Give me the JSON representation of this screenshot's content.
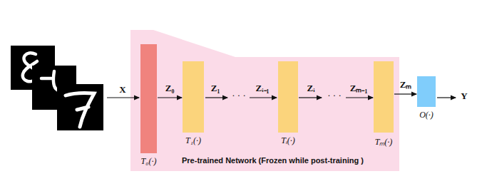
{
  "diagram": {
    "nodes": [
      {
        "text": [
          "Pre-trained Network (Frozen while post-training )"
        ]
      },
      {
        "text": [
          "T₀(·)"
        ],
        "in": 0
      },
      {
        "text": [
          "T₁(·)"
        ],
        "in": 0
      },
      {
        "text": [
          "Tᵢ(·)"
        ],
        "in": 0
      },
      {
        "text": [
          "Tₘ(·)"
        ],
        "in": 0
      },
      {
        "text": [
          "O(·)"
        ]
      }
    ],
    "edges": [
      {
        "from": 1,
        "to": 2,
        "arrow": "to",
        "label": "Z₀"
      },
      {
        "from": 4,
        "to": 5,
        "arrow": "to",
        "label": "Zₘ"
      }
    ],
    "labels": [
      "X",
      "Z₁",
      "· · ·",
      "Zᵢ₋₁",
      "Zᵢ",
      "· · ·",
      "Zₘ₋₁",
      "Y"
    ]
  }
}
